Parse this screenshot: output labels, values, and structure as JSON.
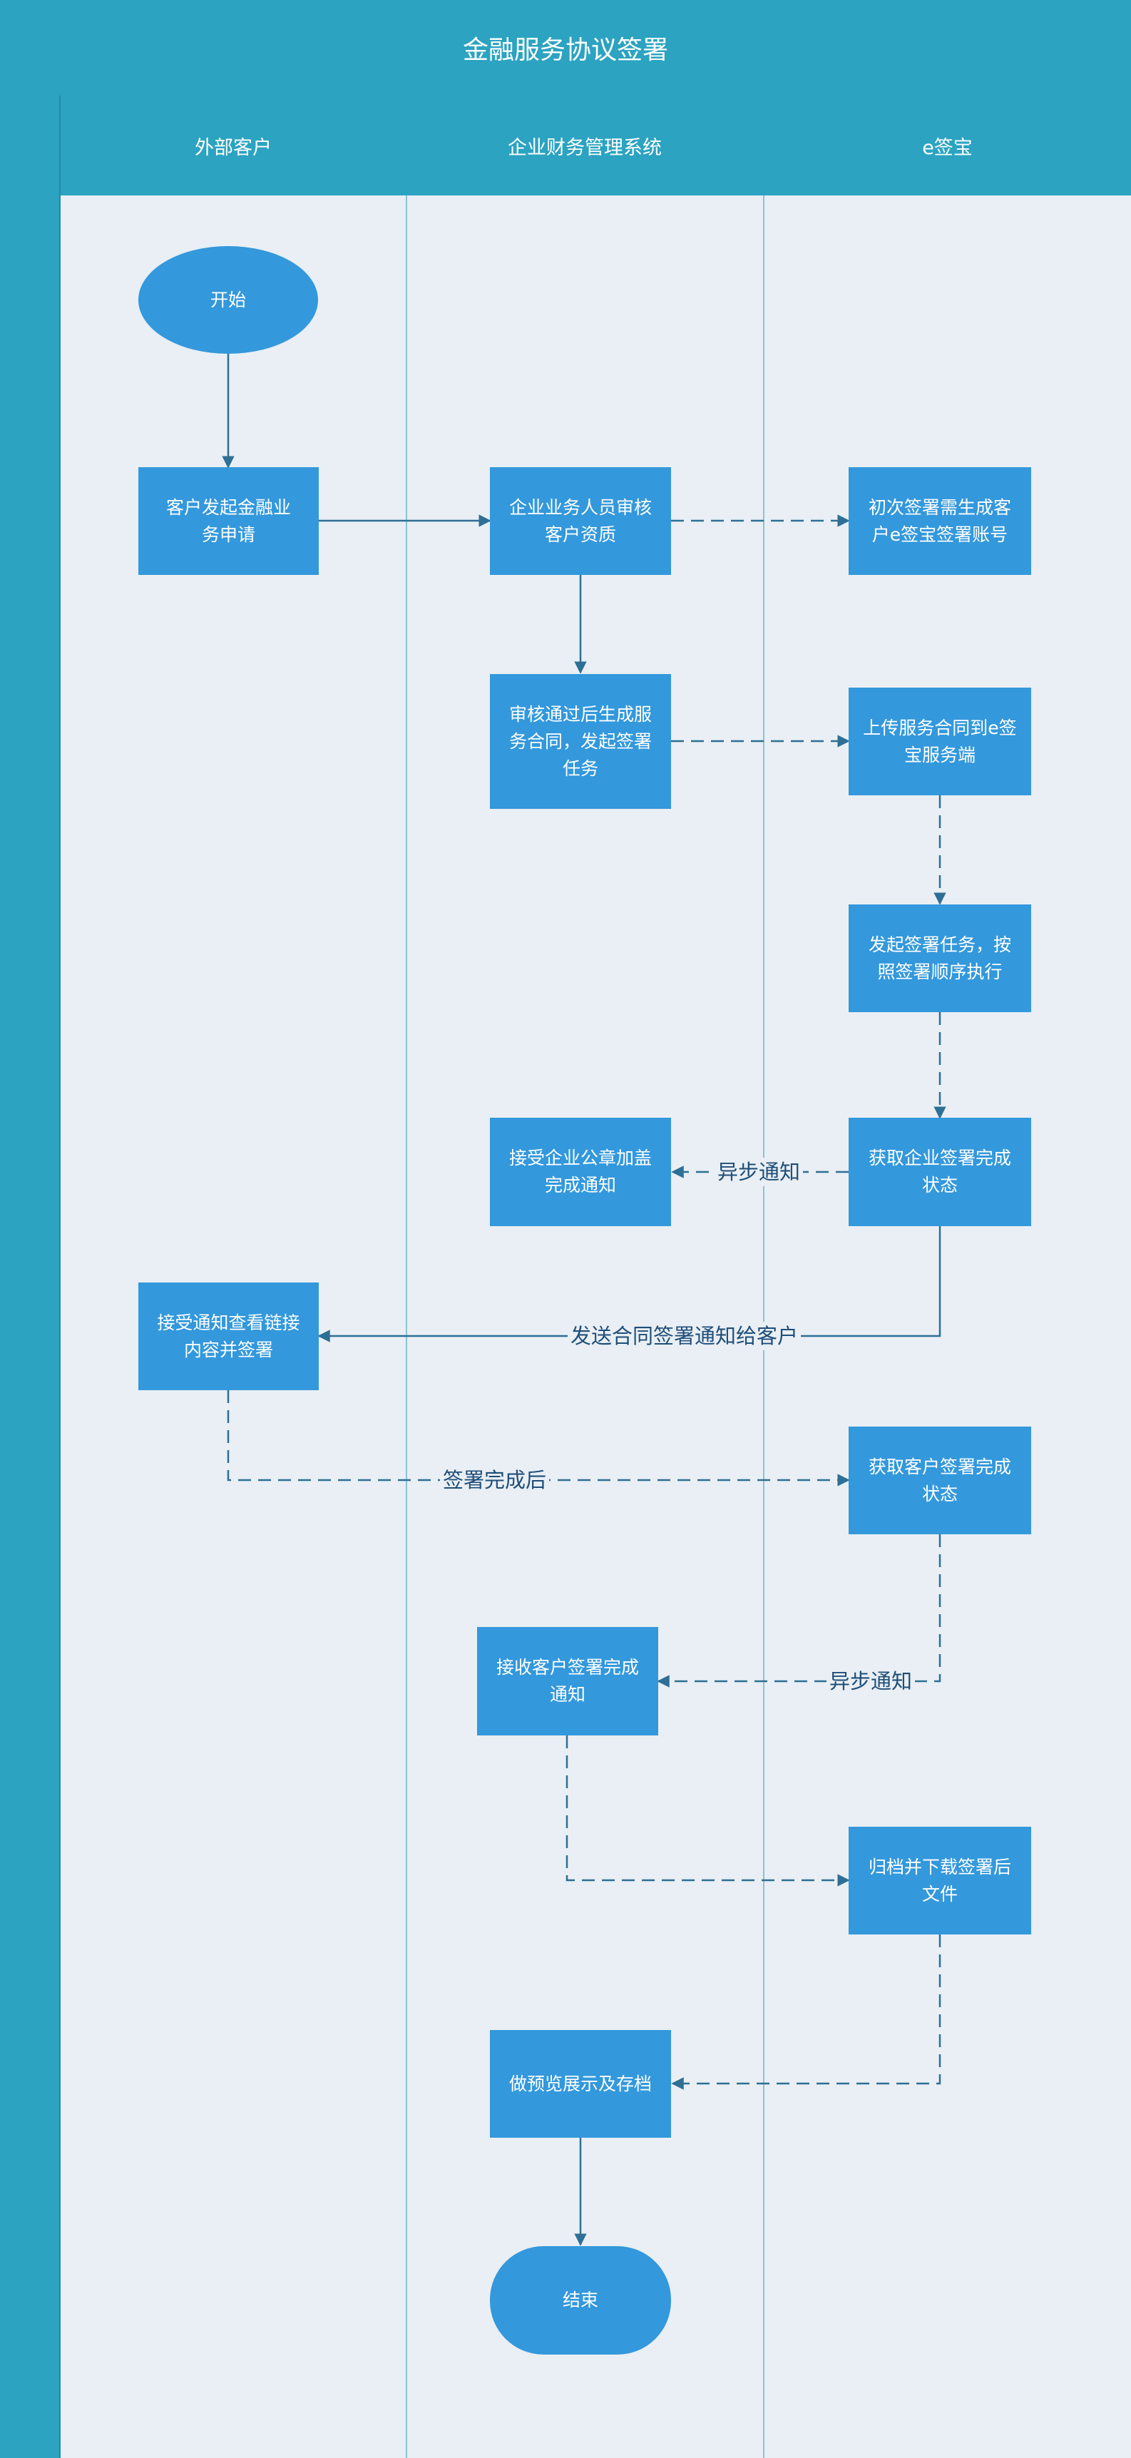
{
  "title": "金融服务协议签署",
  "lanes": [
    "外部客户",
    "企业财务管理系统",
    "e签宝"
  ],
  "nodes": {
    "start": "开始",
    "apply": "客户发起金融业\n务申请",
    "review": "企业业务人员审核\n客户资质",
    "gen_account": "初次签署需生成客\n户e签宝签署账号",
    "gen_contract": "审核通过后生成服\n务合同，发起签署\n任务",
    "upload": "上传服务合同到e签\n宝服务端",
    "start_sign": "发起签署任务，按\n照签署顺序执行",
    "seal_notice": "接受企业公章加盖\n完成通知",
    "ent_status": "获取企业签署完成\n状态",
    "cust_sign": "接受通知查看链接\n内容并签署",
    "cust_status": "获取客户签署完成\n状态",
    "recv_notice": "接收客户签署完成\n通知",
    "archive": "归档并下载签署后\n文件",
    "preview": "做预览展示及存档",
    "end": "结束"
  },
  "edge_labels": {
    "async1": "异步通知",
    "send_notice": "发送合同签署通知给客户",
    "after_sign": "签署完成后",
    "async2": "异步通知"
  },
  "colors": {
    "header": "#2ba3c1",
    "lane_bg": "#e9eff4",
    "node": "#3398dc",
    "arrow": "#2e6f95"
  }
}
